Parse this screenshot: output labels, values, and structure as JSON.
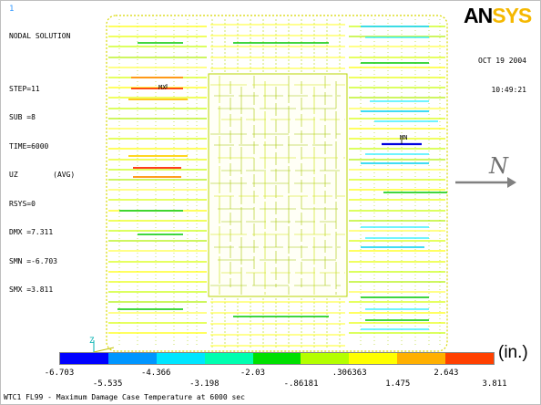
{
  "header": {
    "window_number": "1",
    "solution_label": "NODAL SOLUTION",
    "logo_part1": "AN",
    "logo_part2": "SYS"
  },
  "info_lines": [
    "STEP=11",
    "SUB =8",
    "TIME=6000",
    "UZ        (AVG)",
    "RSYS=0",
    "DMX =7.311",
    "SMN =-6.703",
    "SMX =3.811"
  ],
  "date": "OCT 19 2004",
  "time": "10:49:21",
  "markers": {
    "max": "MX",
    "min": "MN"
  },
  "direction_label": "N",
  "axis_triad_label": "Z",
  "legend": {
    "unit": "(in.)",
    "colors": [
      "#0000ff",
      "#0096ff",
      "#00e6ff",
      "#00ffb0",
      "#00e000",
      "#b4ff00",
      "#ffff00",
      "#ffb000",
      "#ff4000"
    ],
    "values_low": [
      "-6.703",
      "-4.366",
      "-2.03",
      ".306363",
      "2.643"
    ],
    "values_high": [
      "-5.535",
      "-3.198",
      "-.86181",
      "1.475",
      "3.811"
    ]
  },
  "caption": "WTC1 FL99 - Maximum Damage Case Temperature at 6000 sec"
}
